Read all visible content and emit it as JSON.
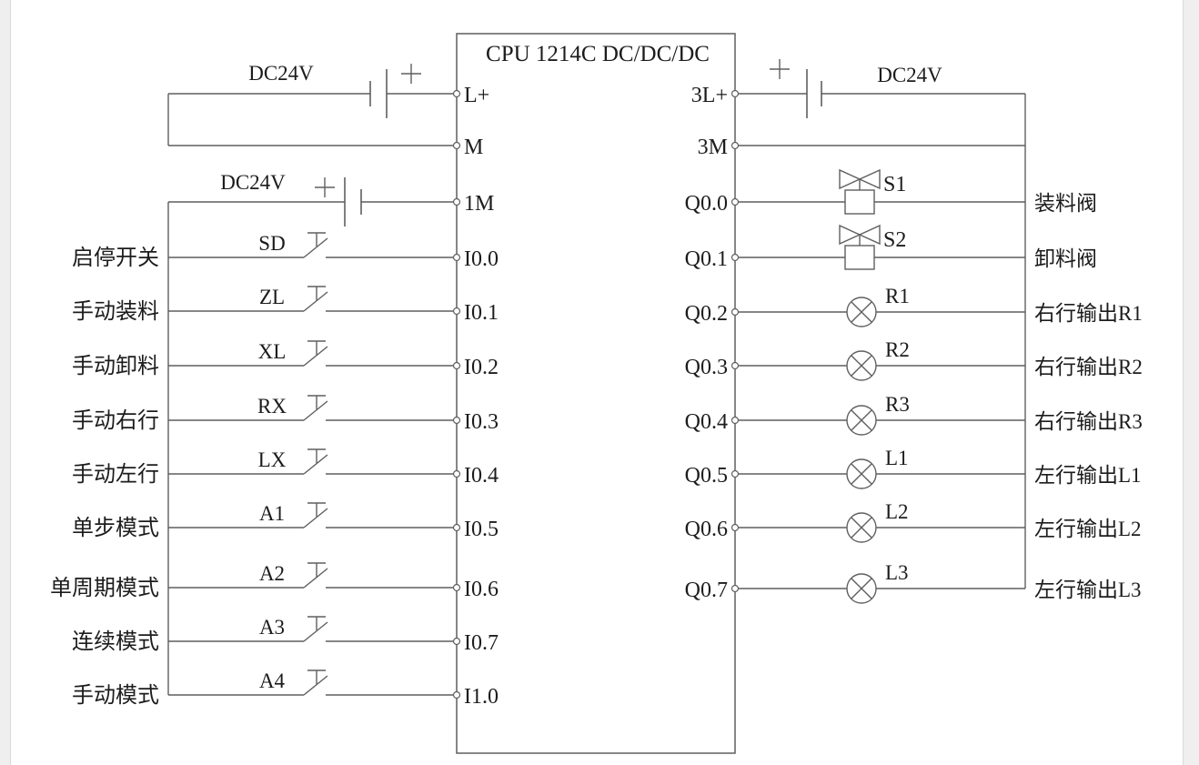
{
  "diagram": {
    "cpu": {
      "title": "CPU 1214C DC/DC/DC",
      "left_pins": [
        "L+",
        "M",
        "1M",
        "I0.0",
        "I0.1",
        "I0.2",
        "I0.3",
        "I0.4",
        "I0.5",
        "I0.6",
        "I0.7",
        "I1.0"
      ],
      "right_pins": [
        "3L+",
        "3M",
        "Q0.0",
        "Q0.1",
        "Q0.2",
        "Q0.3",
        "Q0.4",
        "Q0.5",
        "Q0.6",
        "Q0.7"
      ]
    },
    "power": {
      "plus": "+",
      "left_top_label": "DC24V",
      "left_input_label": "DC24V",
      "right_label": "DC24V"
    },
    "inputs": [
      {
        "tag": "SD",
        "label": "启停开关",
        "pin": "I0.0",
        "symbol": "pushbutton-switch"
      },
      {
        "tag": "ZL",
        "label": "手动装料",
        "pin": "I0.1",
        "symbol": "pushbutton-switch"
      },
      {
        "tag": "XL",
        "label": "手动卸料",
        "pin": "I0.2",
        "symbol": "pushbutton-switch"
      },
      {
        "tag": "RX",
        "label": "手动右行",
        "pin": "I0.3",
        "symbol": "pushbutton-switch"
      },
      {
        "tag": "LX",
        "label": "手动左行",
        "pin": "I0.4",
        "symbol": "pushbutton-switch"
      },
      {
        "tag": "A1",
        "label": "单步模式",
        "pin": "I0.5",
        "symbol": "pushbutton-switch"
      },
      {
        "tag": "A2",
        "label": "单周期模式",
        "pin": "I0.6",
        "symbol": "pushbutton-switch"
      },
      {
        "tag": "A3",
        "label": "连续模式",
        "pin": "I0.7",
        "symbol": "pushbutton-switch"
      },
      {
        "tag": "A4",
        "label": "手动模式",
        "pin": "I1.0",
        "symbol": "pushbutton-switch"
      }
    ],
    "outputs": [
      {
        "tag": "S1",
        "label": "装料阀",
        "pin": "Q0.0",
        "symbol": "solenoid-valve"
      },
      {
        "tag": "S2",
        "label": "卸料阀",
        "pin": "Q0.1",
        "symbol": "solenoid-valve"
      },
      {
        "tag": "R1",
        "label": "右行输出R1",
        "pin": "Q0.2",
        "symbol": "indicator-lamp"
      },
      {
        "tag": "R2",
        "label": "右行输出R2",
        "pin": "Q0.3",
        "symbol": "indicator-lamp"
      },
      {
        "tag": "R3",
        "label": "右行输出R3",
        "pin": "Q0.4",
        "symbol": "indicator-lamp"
      },
      {
        "tag": "L1",
        "label": "左行输出L1",
        "pin": "Q0.5",
        "symbol": "indicator-lamp"
      },
      {
        "tag": "L2",
        "label": "左行输出L2",
        "pin": "Q0.6",
        "symbol": "indicator-lamp"
      },
      {
        "tag": "L3",
        "label": "左行输出L3",
        "pin": "Q0.7",
        "symbol": "indicator-lamp"
      }
    ],
    "colors": {
      "line": "#5f5f5f",
      "text": "#1c1c1c",
      "background": "#ffffff",
      "frame_band": "#efefef",
      "frame_border": "#dadada"
    }
  }
}
